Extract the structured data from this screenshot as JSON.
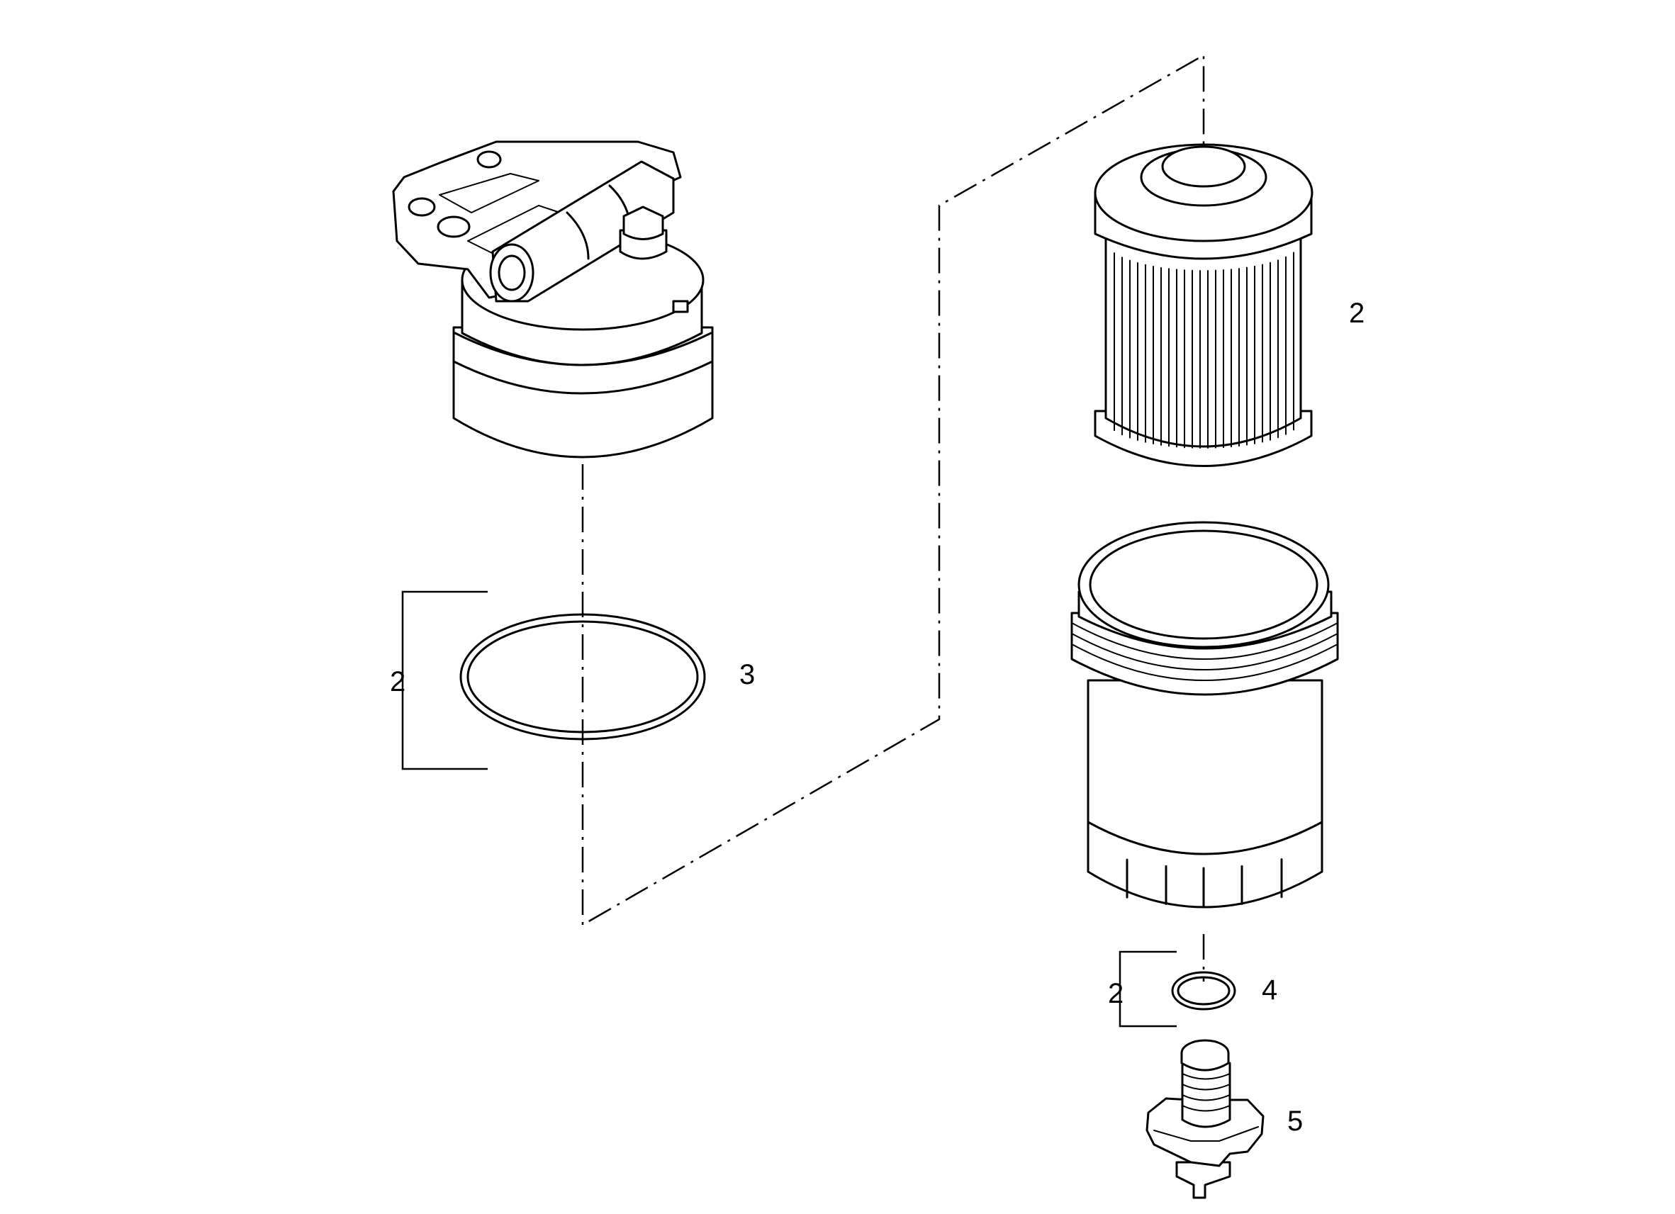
{
  "callouts": {
    "cartridge": "2",
    "o_ring_bracket": "2",
    "o_ring": "3",
    "small_seal_bracket": "2",
    "small_seal": "4",
    "drain_plug": "5"
  },
  "colors": {
    "line": "#000000",
    "background": "#ffffff"
  }
}
